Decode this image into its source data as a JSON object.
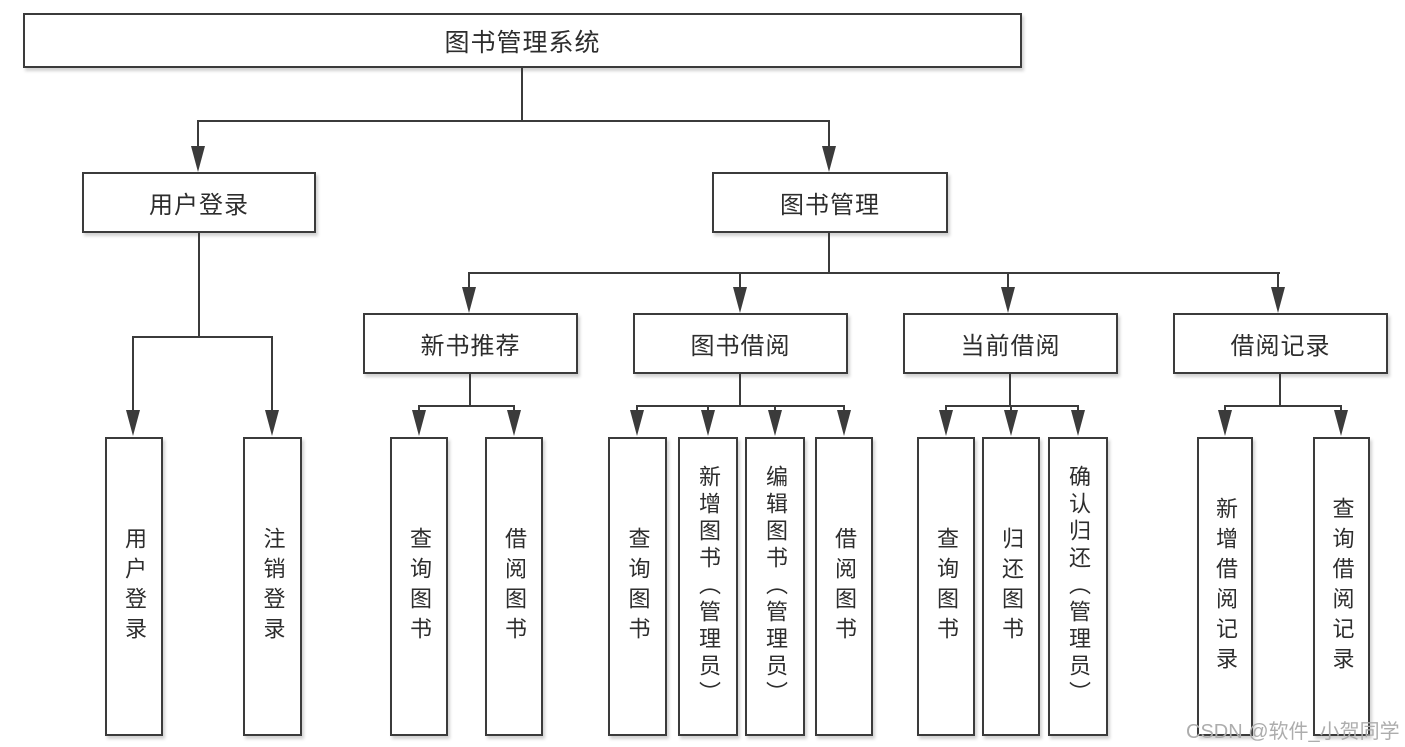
{
  "tree": {
    "root": {
      "label": "图书管理系统"
    },
    "branches": [
      {
        "label": "用户登录",
        "children": [
          {
            "label": "用户登录"
          },
          {
            "label": "注销登录"
          }
        ]
      },
      {
        "label": "图书管理",
        "groups": [
          {
            "label": "新书推荐",
            "children": [
              {
                "label": "查询图书"
              },
              {
                "label": "借阅图书"
              }
            ]
          },
          {
            "label": "图书借阅",
            "children": [
              {
                "label": "查询图书"
              },
              {
                "label": "新增图书（管理员）"
              },
              {
                "label": "编辑图书（管理员）"
              },
              {
                "label": "借阅图书"
              }
            ]
          },
          {
            "label": "当前借阅",
            "children": [
              {
                "label": "查询图书"
              },
              {
                "label": "归还图书"
              },
              {
                "label": "确认归还（管理员）"
              }
            ]
          },
          {
            "label": "借阅记录",
            "children": [
              {
                "label": "新增借阅记录"
              },
              {
                "label": "查询借阅记录"
              }
            ]
          }
        ]
      }
    ]
  },
  "watermark": {
    "text": "CSDN @软件_小贺同学"
  },
  "colors": {
    "line": "#3b3b3b",
    "box_border": "#3b3b3b",
    "text": "#2d2d2d",
    "watermark": "#adadad",
    "background": "#ffffff"
  }
}
